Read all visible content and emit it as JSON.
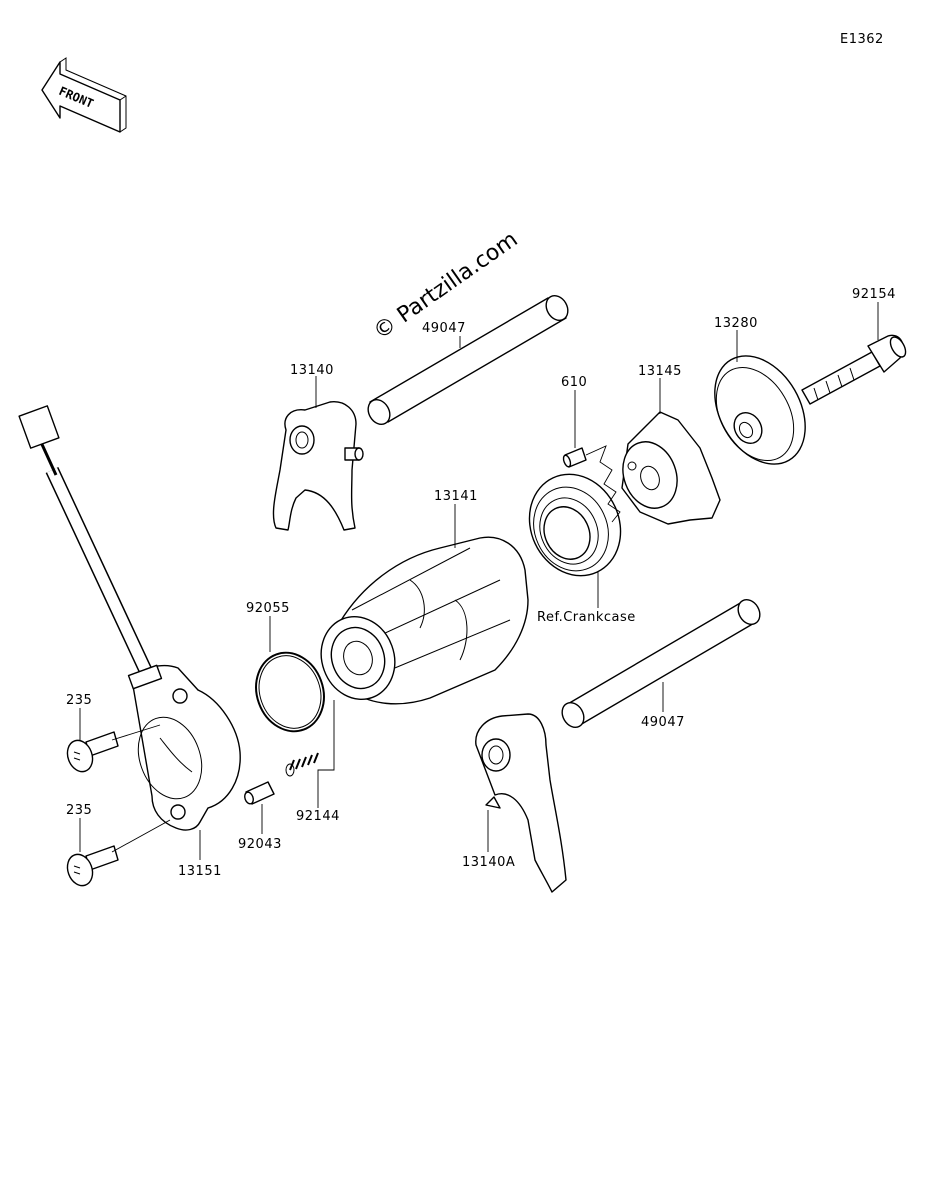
{
  "diagram": {
    "code": "E1362",
    "watermark": "© Partzilla.com",
    "front_label": "FRONT",
    "callouts": [
      {
        "id": "pin-49047-top",
        "text": "49047"
      },
      {
        "id": "fork-13140",
        "text": "13140"
      },
      {
        "id": "pin-610",
        "text": "610"
      },
      {
        "id": "holder-13145",
        "text": "13145"
      },
      {
        "id": "plate-13280",
        "text": "13280"
      },
      {
        "id": "bolt-92154",
        "text": "92154"
      },
      {
        "id": "drum-13141",
        "text": "13141"
      },
      {
        "id": "oring-92055",
        "text": "92055"
      },
      {
        "id": "ref-crankcase",
        "text": "Ref.Crankcase"
      },
      {
        "id": "pin-49047-bottom",
        "text": "49047"
      },
      {
        "id": "bolt-235-top",
        "text": "235"
      },
      {
        "id": "bolt-235-bottom",
        "text": "235"
      },
      {
        "id": "spring-92144",
        "text": "92144"
      },
      {
        "id": "pin-92043",
        "text": "92043"
      },
      {
        "id": "sensor-13151",
        "text": "13151"
      },
      {
        "id": "fork-13140a",
        "text": "13140A"
      }
    ]
  }
}
